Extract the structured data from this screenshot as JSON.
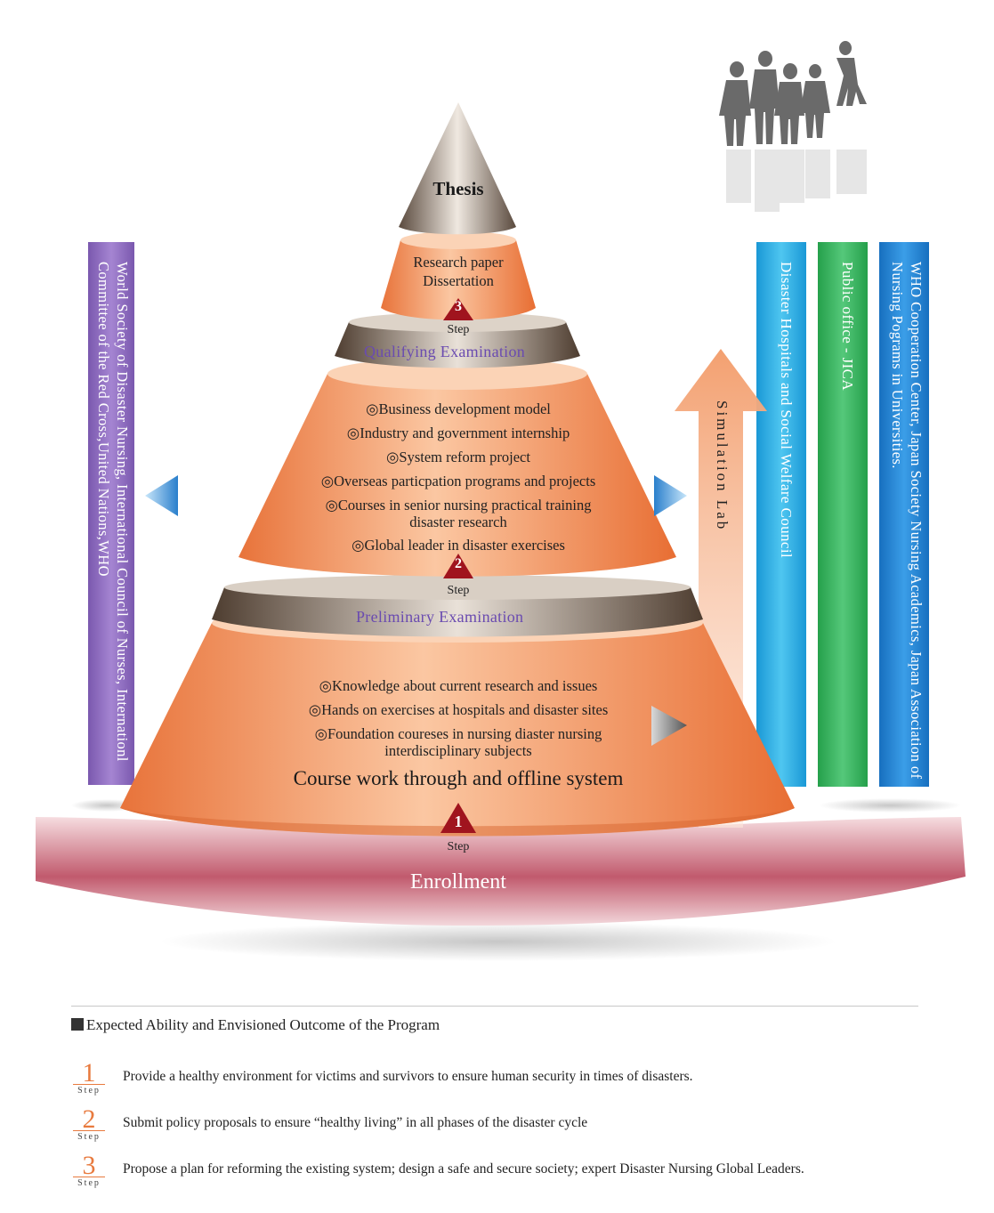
{
  "pyramid": {
    "top": "Thesis",
    "research": [
      "Research paper",
      "Dissertation"
    ],
    "qualifying_exam": "Qualifying Examination",
    "middle_items": [
      "◎Business development model",
      "◎Industry and government internship",
      "◎System reform project",
      "◎Overseas particpation programs and projects",
      "◎Courses in senior nursing practical training",
      "disaster research",
      "◎Global leader in disaster exercises"
    ],
    "preliminary_exam": "Preliminary Examination",
    "bottom_items": [
      "◎Knowledge about current research and issues",
      "◎Hands on exercises at hospitals and disaster sites",
      "◎Foundation coureses in nursing diaster nursing",
      "interdisciplinary subjects"
    ],
    "course_work": "Course work through and offline system",
    "enrollment": "Enrollment",
    "steps": [
      {
        "number": "1",
        "word": "Step"
      },
      {
        "number": "2",
        "word": "Step"
      },
      {
        "number": "3",
        "word": "Step"
      }
    ]
  },
  "side_bars": {
    "left": "World Society of Disaster Nursing, International Council of Nurses, Internationl Committee of the Red Cross,United Nations,WHO",
    "simulation": "Simulation Lab",
    "right": [
      {
        "text": "Disaster Hospitals and Social Welfare Council",
        "color": "#26a9e0"
      },
      {
        "text": "Public office - JICA",
        "color": "#33b05a"
      },
      {
        "text": "WHO Cooperation Center, Japan Society Nursing Academics, Japan Association of Nursing Pograms in Universities.",
        "color": "#1e7fd0"
      }
    ]
  },
  "colors": {
    "orange": "#f08a50",
    "band_brown": "#6e5a48",
    "exam_text": "#6a4bb0",
    "step_triangle": "#a0141e",
    "enrollment": "#c05a6c",
    "left_bar": "#8f6bbf"
  },
  "legend": {
    "title": "Expected Ability and Envisioned Outcome of the Program",
    "step_word": "Step",
    "outcomes": [
      {
        "number": "1",
        "text": "Provide a healthy environment for victims and survivors to ensure human  security in times of disasters."
      },
      {
        "number": "2",
        "text": "Submit policy proposals to ensure “healthy living” in all phases of the disaster cycle"
      },
      {
        "number": "3",
        "text": "Propose a plan for reforming the existing system; design a safe and secure society; expert Disaster Nursing Global Leaders."
      }
    ]
  }
}
